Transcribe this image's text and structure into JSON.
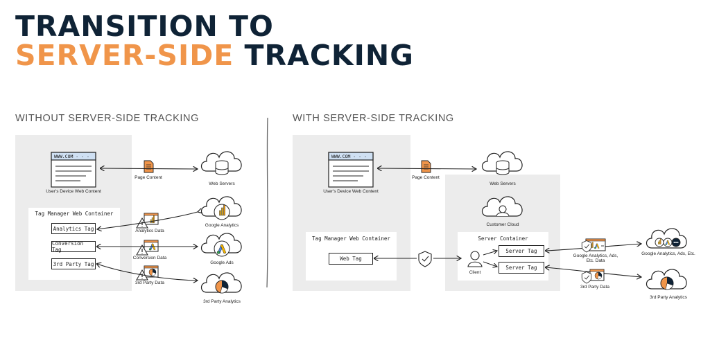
{
  "title": {
    "line1": "TRANSITION TO",
    "line2_accent": "SERVER-SIDE",
    "line2_rest": "TRACKING"
  },
  "left": {
    "heading": "WITHOUT SERVER-SIDE TRACKING",
    "browser_text": "WWW.COM - - -",
    "browser_label": "User's Device Web Content",
    "page_content": "Page Content",
    "web_servers": "Web Servers",
    "container_title": "Tag Manager Web Container",
    "tags": [
      "Analytics Tag",
      "Conversion Tag",
      "3rd Party Tag"
    ],
    "data_labels": [
      "Analytics Data",
      "Conversion Data",
      "3rd Party Data"
    ],
    "destinations": [
      "Google Analytics",
      "Google Ads",
      "3rd Party Analytics"
    ]
  },
  "right": {
    "heading": "WITH SERVER-SIDE TRACKING",
    "browser_text": "WWW.COM - - -",
    "browser_label": "User's Device Web Content",
    "page_content": "Page Content",
    "web_servers": "Web Servers",
    "customer_cloud": "Customer Cloud",
    "web_container_title": "Tag Manager Web Container",
    "web_tag": "Web Tag",
    "server_container_title": "Server Container",
    "client": "Client",
    "server_tags": [
      "Server Tag",
      "Server Tag"
    ],
    "data_labels": [
      "Google Analytics, Ads, Etc. Data",
      "3rd Party Data"
    ],
    "destinations": [
      "Google Analytics, Ads, Etc.",
      "3rd Party Analytics"
    ]
  },
  "colors": {
    "accent": "#f0954a",
    "dark": "#0f2336",
    "panel": "#ececec",
    "browser_bar": "#cfe0f3",
    "ads_blue": "#4a86e8",
    "ads_yellow": "#f4b400",
    "ads_green": "#34a853"
  }
}
